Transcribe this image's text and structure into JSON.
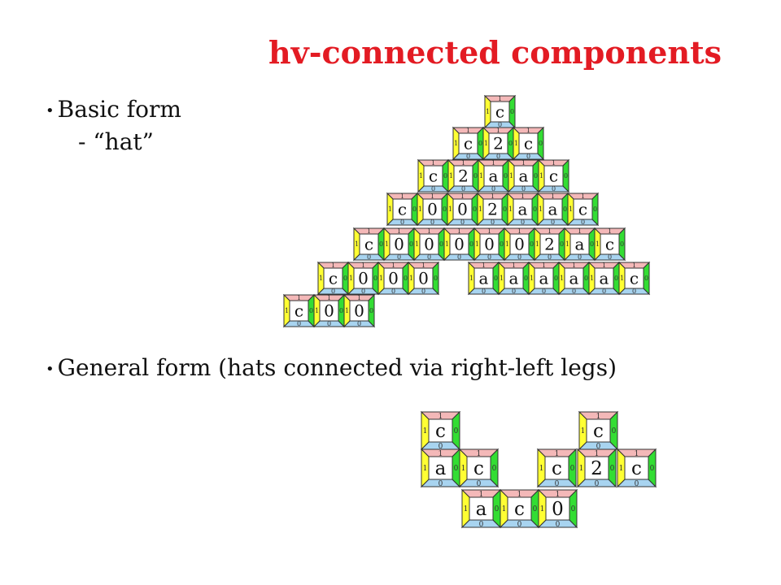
{
  "title": "hv-connected components",
  "bullets": {
    "basic": "Basic form",
    "basic_sub": "- “hat”",
    "general": "General form (hats connected via right-left legs)"
  },
  "tile_colors": {
    "top": "#f4b8b8",
    "bottom": "#a8d4f0",
    "left": "#ffff33",
    "right": "#33dd33",
    "face": "#ffffff"
  },
  "edge_labels": {
    "top": "1",
    "left": "1",
    "right": "0",
    "bottom": "0"
  },
  "hat": {
    "rows": [
      [
        "c"
      ],
      [
        "c",
        "2",
        "c"
      ],
      [
        "c",
        "2",
        "a",
        "a",
        "c"
      ],
      [
        "c",
        "0",
        "0",
        "2",
        "a",
        "a",
        "c"
      ],
      [
        "c",
        "0",
        "0",
        "0",
        "0",
        "0",
        "2",
        "a",
        "c"
      ],
      [
        "c",
        "0",
        "0",
        "0",
        "",
        "a",
        "a",
        "a",
        "a",
        "a",
        "c"
      ],
      [
        "c",
        "0",
        "0"
      ]
    ]
  },
  "general": {
    "rows": [
      [
        "c",
        "",
        "",
        "",
        "c"
      ],
      [
        "a",
        "c",
        "",
        "c",
        "2",
        "c"
      ],
      [
        "a",
        "c",
        "0"
      ]
    ]
  }
}
